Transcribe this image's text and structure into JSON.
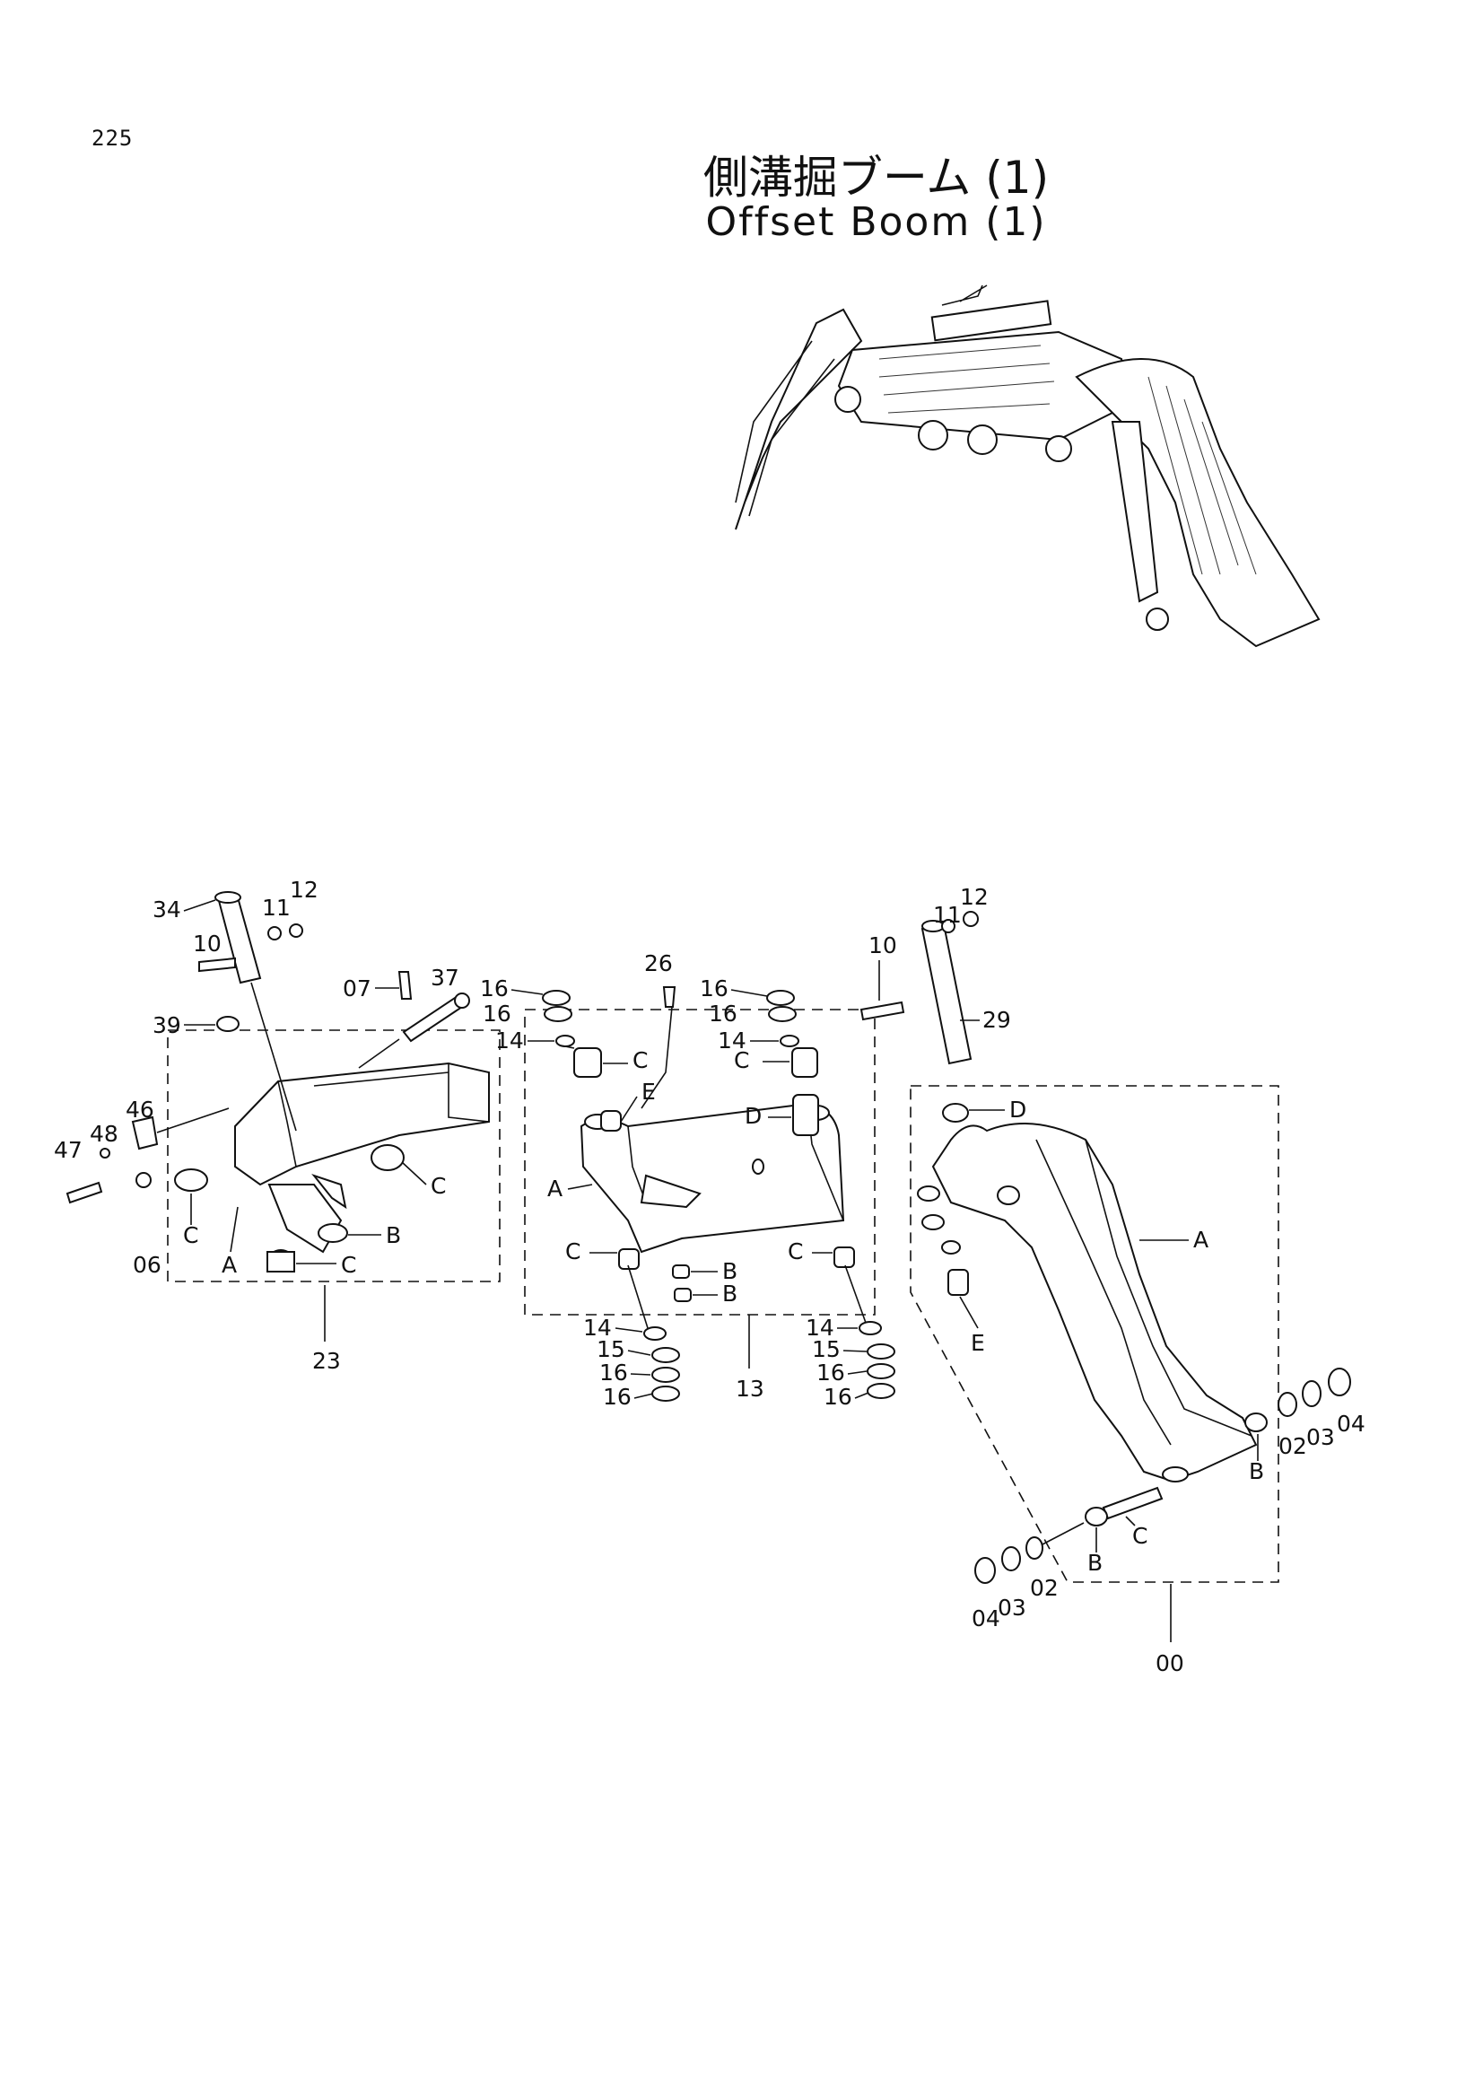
{
  "page_number": "225",
  "title_jp": "側溝掘ブーム (1)",
  "title_en": "Offset Boom (1)",
  "callouts": {
    "g1": {
      "p34": "34",
      "p11": "11",
      "p12": "12",
      "p10": "10",
      "p37": "37",
      "p07": "07",
      "p39": "39",
      "p46": "46",
      "p48": "48",
      "p47": "47",
      "p06": "06",
      "lC1": "C",
      "lC2": "C",
      "lC3": "C",
      "lA": "A",
      "lB": "B",
      "group": "23"
    },
    "g2": {
      "p26": "26",
      "p16a": "16",
      "p16b": "16",
      "p14a": "14",
      "p16c": "16",
      "p16d": "16",
      "p14b": "14",
      "lC1": "C",
      "lE": "E",
      "lC2": "C",
      "lD": "D",
      "lA": "A",
      "lC3": "C",
      "lB1": "B",
      "lB2": "B",
      "lC4": "C",
      "p14c": "14",
      "p15a": "15",
      "p16e": "16",
      "p16f": "16",
      "p14d": "14",
      "p15b": "15",
      "p16g": "16",
      "p16h": "16",
      "group": "13"
    },
    "g3": {
      "p10": "10",
      "p11": "11",
      "p12": "12",
      "p29": "29",
      "lD": "D",
      "lA": "A",
      "lE": "E",
      "lB1": "B",
      "p02a": "02",
      "p03a": "03",
      "p04a": "04",
      "lB2": "B",
      "lC": "C",
      "p02b": "02",
      "p03b": "03",
      "p04b": "04",
      "group": "00"
    }
  }
}
